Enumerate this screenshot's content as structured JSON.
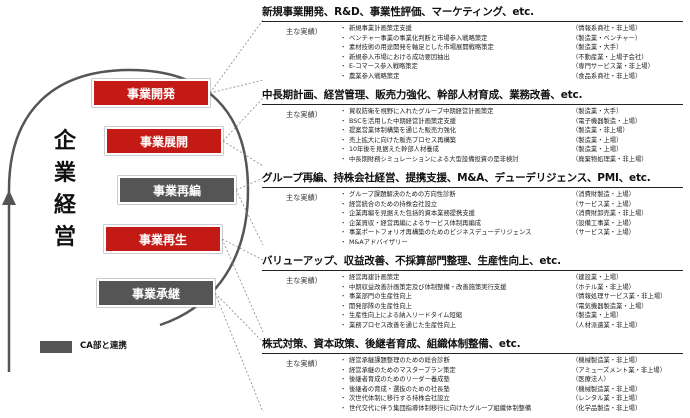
{
  "core_label": "企業経営",
  "phases": [
    {
      "label": "事業開発",
      "color": "#c41a16"
    },
    {
      "label": "事業展開",
      "color": "#c41a16"
    },
    {
      "label": "事業再編",
      "color": "#555555"
    },
    {
      "label": "事業再生",
      "color": "#c41a16"
    },
    {
      "label": "事業承継",
      "color": "#555555"
    }
  ],
  "legend": {
    "label": "CA部と連携",
    "color": "#555555"
  },
  "sections": [
    {
      "title": "新規事業開発、R&D、事業性評価、マーケティング、etc.",
      "label": "主な実績）",
      "items": [
        {
          "text": "新規事業計画策定支援",
          "note": "（情報系商社・非上場）"
        },
        {
          "text": "ベンチャー事業の事業化判断と市場参入戦略策定",
          "note": "（製造業・ベンチャー）"
        },
        {
          "text": "素材技術の用途開発を軸足とした市場展開戦略策定",
          "note": "（製造業・大手）"
        },
        {
          "text": "新規参入市場における成功要因抽出",
          "note": "（不動産業・上場子会社）"
        },
        {
          "text": "E-コマース参入戦略策定",
          "note": "（専門サービス業・非上場）"
        },
        {
          "text": "農業参入戦略策定",
          "note": "（食品系商社・非上場）"
        }
      ]
    },
    {
      "title": "中長期計画、経営管理、販売力強化、幹部人材育成、業務改善、etc.",
      "label": "主な実績）",
      "items": [
        {
          "text": "貿収防衛を視野に入れたグループ中期経営計画策定",
          "note": "（製造業・大手）"
        },
        {
          "text": "BSCを活用した中期経営計画策定支援",
          "note": "（電子機器製造・上場）"
        },
        {
          "text": "提案営業体制構築を通じた販売力強化",
          "note": "（製造業・非上場）"
        },
        {
          "text": "売上拡大に向けた販売プロセス再構築",
          "note": "（製造業・上場）"
        },
        {
          "text": "10年後を見据えた幹部人材養成",
          "note": "（製造業・上場）"
        },
        {
          "text": "中長期財務シミュレーションによる大型設備投資の是非検討",
          "note": "（廃棄物処理業・非上場）"
        }
      ]
    },
    {
      "title": "グループ再編、持株会社経営、提携支援、M&A、デューデリジェンス、PMI、etc.",
      "label": "主な実績）",
      "items": [
        {
          "text": "グループ課題解決のための方向性診断",
          "note": "（消費財製造・上場）"
        },
        {
          "text": "経営統合のための持株会社設立",
          "note": "（サービス業・上場）"
        },
        {
          "text": "企業再編を見据えた包括的資本業務提携支援",
          "note": "（消費財卸売業・非上場）"
        },
        {
          "text": "企業買収・経営再編によるサービス体制再編成",
          "note": "（設備工事業・上場）"
        },
        {
          "text": "事業ポートフォリオ再構築のためのビジネスデューデリジェンス",
          "note": "（サービス業・上場）"
        },
        {
          "text": "M&Aアドバイザリー",
          "note": ""
        }
      ]
    },
    {
      "title": "バリューアップ、収益改善、不採算部門整理、生産性向上、etc.",
      "label": "主な実績）",
      "items": [
        {
          "text": "経営再建計画策定",
          "note": "（建設業・上場）"
        },
        {
          "text": "中期収益改善計画策定及び体制整備・改善施策実行支援",
          "note": "（ホテル業・非上場）"
        },
        {
          "text": "事業部門の生産性向上",
          "note": "（情報処理サービス業・非上場）"
        },
        {
          "text": "開発部隊の生産性向上",
          "note": "（電気機器製造業・上場）"
        },
        {
          "text": "生産性向上による納入リードタイム短縮",
          "note": "（製造業・上場）"
        },
        {
          "text": "業務プロセス改善を通じた生産性向上",
          "note": "（人材派遣業・非上場）"
        }
      ]
    },
    {
      "title": "株式対策、資本政策、後継者育成、組織体制整備、etc.",
      "label": "主な実績）",
      "items": [
        {
          "text": "経営承継課題整理のための総合診断",
          "note": "（機械製造業・非上場）"
        },
        {
          "text": "経営承継のためのマスタープラン策定",
          "note": "（アミューズメント業・非上場）"
        },
        {
          "text": "後継者育成のためのリーダー養成塾",
          "note": "（医療法人）"
        },
        {
          "text": "後継者の育成・選抜のための社長塾",
          "note": "（機械製造業・非上場）"
        },
        {
          "text": "次世代体制に移行する持株会社設立",
          "note": "（レンタル業・非上場）"
        },
        {
          "text": "世代交代に伴う集団指導体制移行に向けたグループ組織体制整備",
          "note": "（化学品製造・非上場）"
        }
      ]
    }
  ]
}
